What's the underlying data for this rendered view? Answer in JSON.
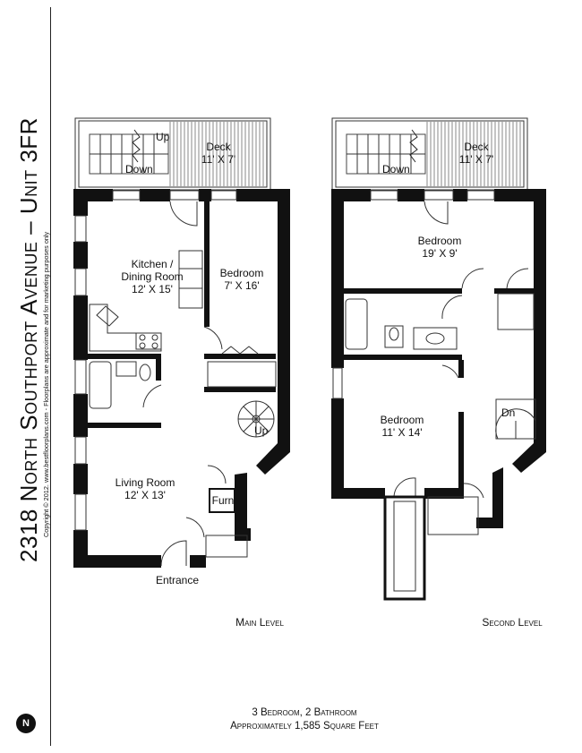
{
  "title": "2318 North Southport Avenue – Unit 3FR",
  "copyright": "Copyright © 2012. www.bestfloorplans.com - Floorplans are approximate and for marketing purposes only",
  "levels": {
    "main": {
      "caption": "Main Level",
      "deck": {
        "name": "Deck",
        "size": "11' X 7'"
      },
      "stairs_up": "Up",
      "stairs_down": "Down",
      "kitchen": {
        "name": "Kitchen /",
        "name2": "Dining Room",
        "size": "12' X 15'"
      },
      "bedroom": {
        "name": "Bedroom",
        "size": "7' X 16'"
      },
      "living": {
        "name": "Living Room",
        "size": "12' X 13'"
      },
      "furnace": "Furn",
      "spiral_up": "Up",
      "entrance": "Entrance"
    },
    "second": {
      "caption": "Second Level",
      "deck": {
        "name": "Deck",
        "size": "11' X 7'"
      },
      "stairs_down": "Down",
      "bedroom_top": {
        "name": "Bedroom",
        "size": "19' X 9'"
      },
      "bedroom_bottom": {
        "name": "Bedroom",
        "size": "11' X 14'"
      },
      "spiral_down": "Dn"
    }
  },
  "summary": {
    "line1": "3 Bedroom, 2 Bathroom",
    "line2": "Approximately 1,585 Square Feet"
  },
  "north_label": "N",
  "colors": {
    "wall": "#111111",
    "line": "#333333",
    "background": "#ffffff"
  }
}
